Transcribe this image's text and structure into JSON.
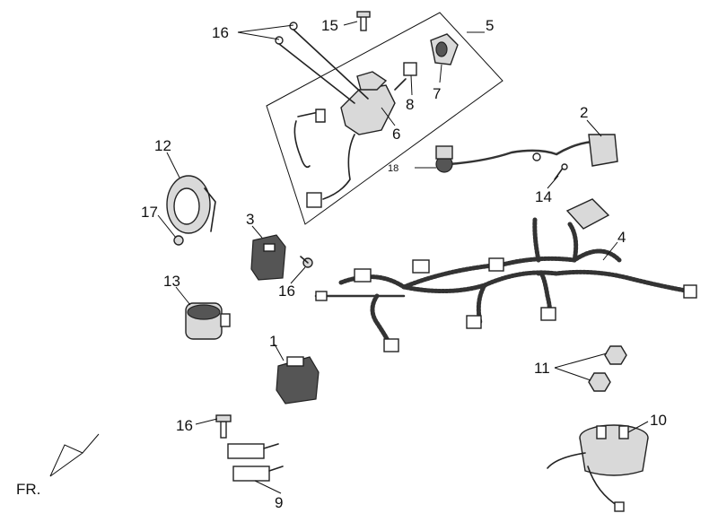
{
  "callouts": {
    "c1": "1",
    "c2": "2",
    "c3": "3",
    "c4": "4",
    "c5": "5",
    "c6": "6",
    "c7": "7",
    "c8": "8",
    "c9": "9",
    "c10": "10",
    "c11": "11",
    "c12": "12",
    "c13": "13",
    "c14": "14",
    "c15": "15",
    "c16a": "16",
    "c16b": "16",
    "c16c": "16",
    "c17": "17",
    "c18": "18"
  },
  "orientation": {
    "label": "FR."
  }
}
